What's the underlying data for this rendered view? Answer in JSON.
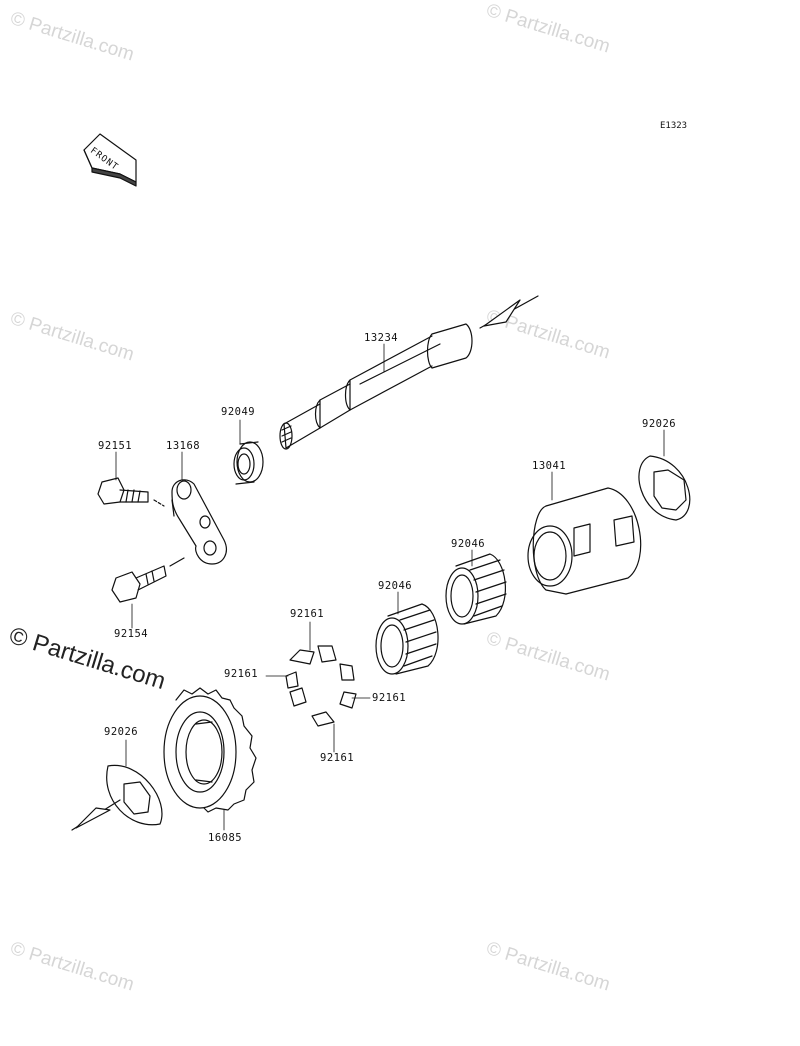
{
  "diagram_code": "E1323",
  "front_label": "FRONT",
  "watermark": "© Partzilla.com",
  "parts": {
    "shaft": "13234",
    "seal": "92049",
    "bolt_upper": "92151",
    "lever": "13168",
    "bolt_lower": "92154",
    "housing": "13041",
    "washer_right": "92026",
    "bearing_right": "92046",
    "bearing_left": "92046",
    "damper_top": "92161",
    "damper_left": "92161",
    "damper_right": "92161",
    "damper_bottom": "92161",
    "washer_left": "92026",
    "gear": "16085"
  }
}
